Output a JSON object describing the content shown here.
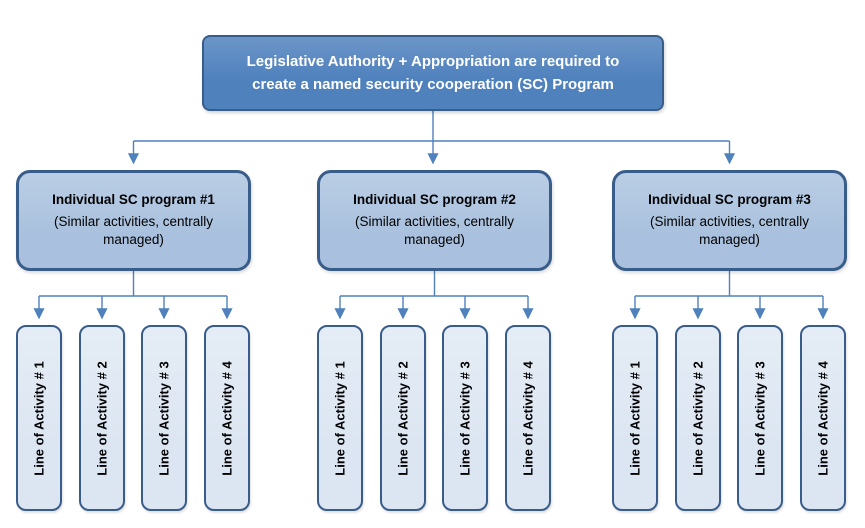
{
  "colors": {
    "root_fill": "#4f81bd",
    "root_border": "#385d8a",
    "program_fill": "#a9c1de",
    "leaf_fill": "#dce6f2",
    "node_border": "#385d8a",
    "connector": "#4f81bd"
  },
  "root": {
    "label": "Legislative Authority + Appropriation are required to create a named security cooperation (SC) Program"
  },
  "programs": [
    {
      "title": "Individual SC program #1",
      "subtitle": "(Similar activities, centrally managed)",
      "activities": [
        "Line of Activity # 1",
        "Line of Activity # 2",
        "Line of Activity # 3",
        "Line of Activity # 4"
      ]
    },
    {
      "title": "Individual SC program #2",
      "subtitle": "(Similar activities, centrally managed)",
      "activities": [
        "Line of Activity # 1",
        "Line of Activity # 2",
        "Line of Activity # 3",
        "Line of Activity # 4"
      ]
    },
    {
      "title": "Individual SC program #3",
      "subtitle": "(Similar activities, centrally managed)",
      "activities": [
        "Line of Activity # 1",
        "Line of Activity # 2",
        "Line of Activity # 3",
        "Line of Activity # 4"
      ]
    }
  ]
}
